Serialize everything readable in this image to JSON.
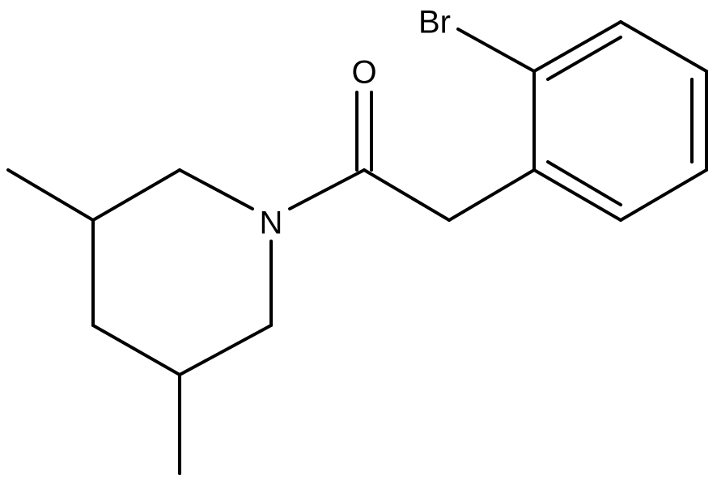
{
  "molecule": {
    "atoms": {
      "oxygen": "O",
      "nitrogen": "N",
      "bromine": "Br"
    },
    "colors": {
      "bond": "#000000",
      "label": "#000000",
      "background": "#ffffff"
    }
  }
}
